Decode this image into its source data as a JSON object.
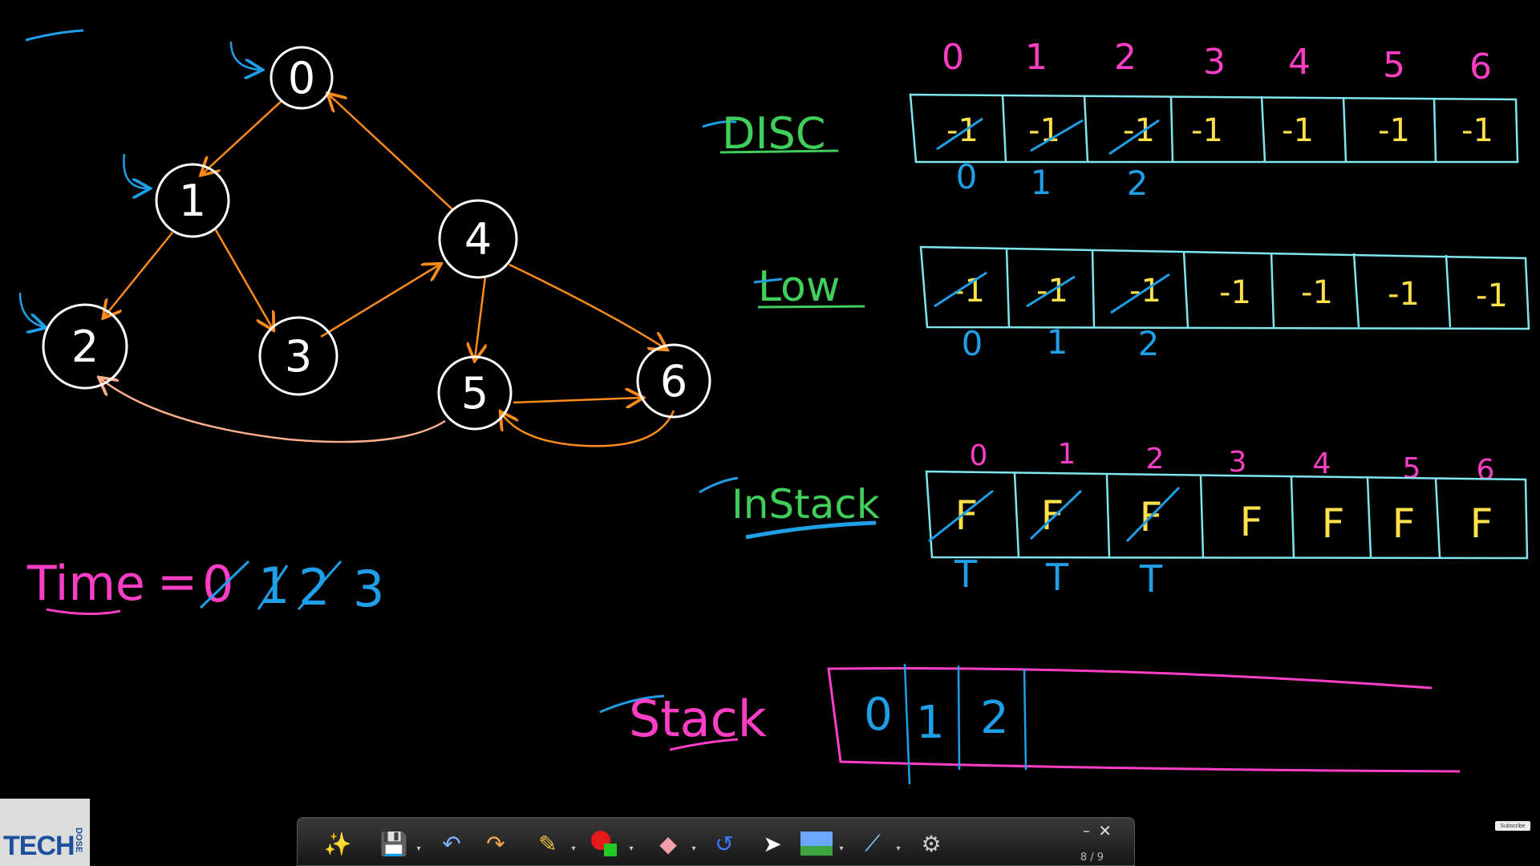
{
  "graph": {
    "nodes": [
      "0",
      "1",
      "2",
      "3",
      "4",
      "5",
      "6"
    ]
  },
  "arrays": {
    "disc": {
      "label": "DISC",
      "indices": [
        "0",
        "1",
        "2",
        "3",
        "4",
        "5",
        "6"
      ],
      "values": [
        "-1",
        "-1",
        "-1",
        "-1",
        "-1",
        "-1",
        "-1"
      ],
      "updated": [
        "0",
        "1",
        "2"
      ]
    },
    "low": {
      "label": "Low",
      "values": [
        "-1",
        "-1",
        "-1",
        "-1",
        "-1",
        "-1",
        "-1"
      ],
      "updated": [
        "0",
        "1",
        "2"
      ]
    },
    "instack": {
      "label": "InStack",
      "indices": [
        "0",
        "1",
        "2",
        "3",
        "4",
        "5",
        "6"
      ],
      "values": [
        "F",
        "F",
        "F",
        "F",
        "F",
        "F",
        "F"
      ],
      "updated": [
        "T",
        "T",
        "T"
      ]
    }
  },
  "time": {
    "label": "Time",
    "equals": "=",
    "values": [
      "0",
      "1",
      "2",
      "3"
    ]
  },
  "stack": {
    "label": "Stack",
    "items": [
      "0",
      "1",
      "2"
    ]
  },
  "toolbar": {
    "page": "8 / 9",
    "minimize": "–",
    "close": "✕"
  },
  "logo": {
    "text": "TECH",
    "sub": "DOSE"
  },
  "subscribe": "Subscribe",
  "colors": {
    "node": "#ffffff",
    "edge": "#ff8c1a",
    "edge_light": "#ffb08a",
    "cyan": "#7fe6ee",
    "yellow": "#ffe14a",
    "green": "#3fcf5a",
    "blue": "#1e9fe8",
    "magenta": "#ff3ec8"
  }
}
